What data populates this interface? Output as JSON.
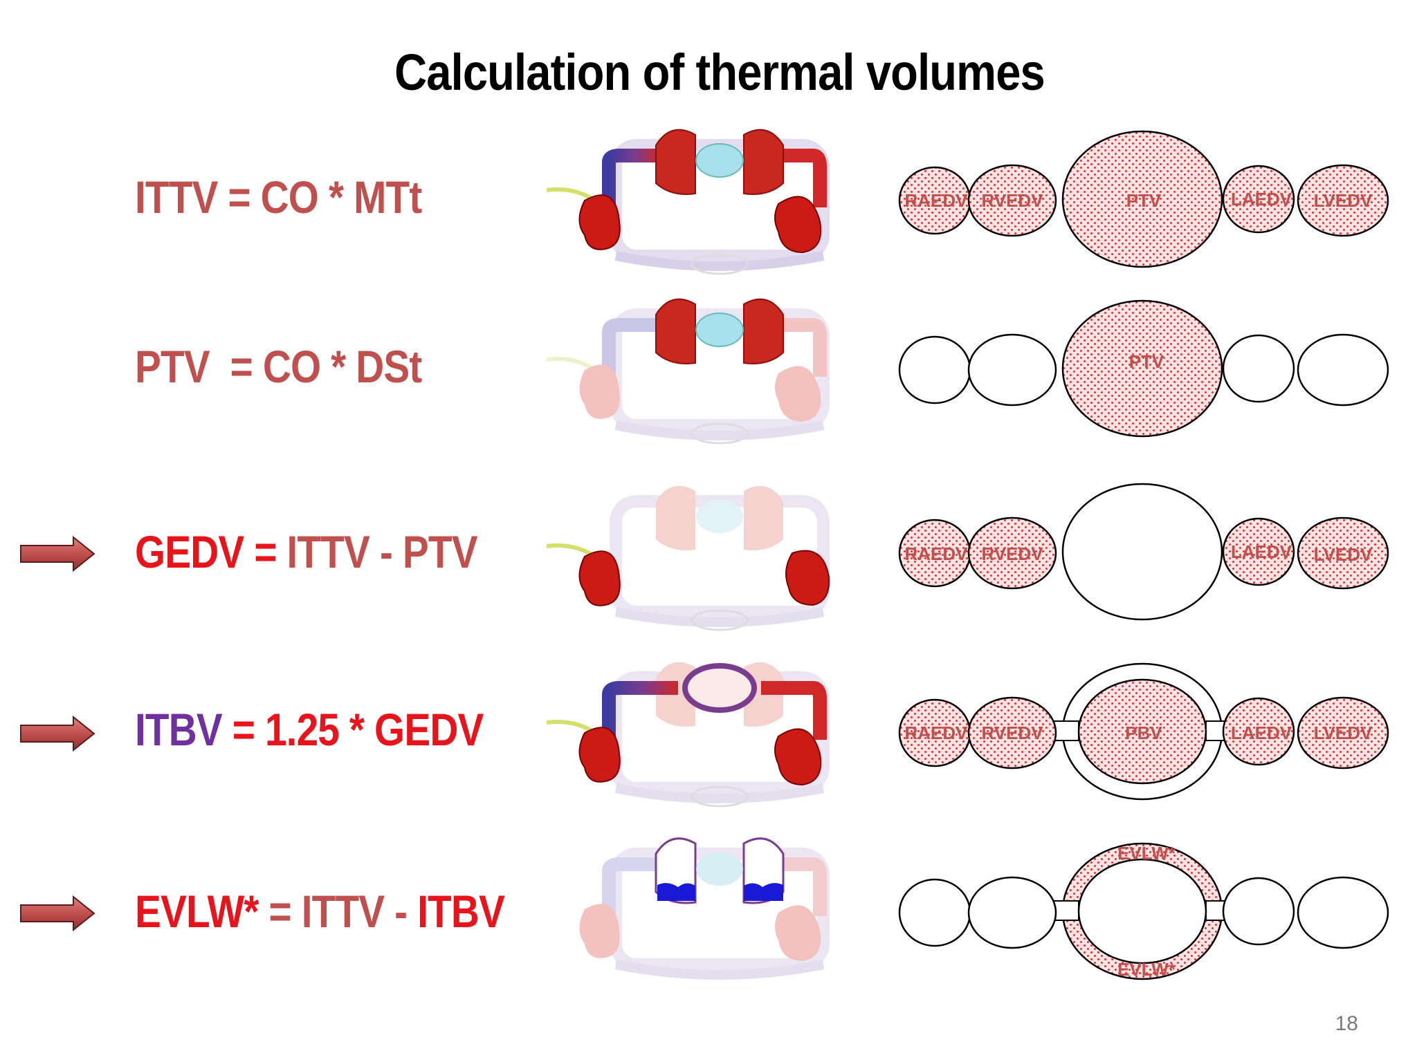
{
  "title": "Calculation of thermal volumes",
  "page_number": "18",
  "rows": [
    {
      "formula": [
        {
          "text": "ITTV = CO * MTt",
          "color": "#c0504d"
        }
      ],
      "arrow": false,
      "chambers": [
        "RAEDV",
        "RVEDV",
        "PTV",
        "LAEDV",
        "LVEDV"
      ]
    },
    {
      "formula": [
        {
          "text": "PTV  = CO * DSt",
          "color": "#c0504d"
        }
      ],
      "arrow": false,
      "chambers": [
        "PTV"
      ]
    },
    {
      "formula": [
        {
          "text": "GEDV = ",
          "color": "#e8141b"
        },
        {
          "text": "ITTV - PTV",
          "color": "#c0504d"
        }
      ],
      "arrow": true,
      "chambers": [
        "RAEDV",
        "RVEDV",
        "LAEDV",
        "LVEDV"
      ]
    },
    {
      "formula": [
        {
          "text": "ITBV",
          "color": "#7030a0"
        },
        {
          "text": " = 1.25 * GEDV",
          "color": "#e8141b"
        }
      ],
      "arrow": true,
      "chambers": [
        "RAEDV",
        "RVEDV",
        "PBV",
        "LAEDV",
        "LVEDV"
      ]
    },
    {
      "formula": [
        {
          "text": "EVLW*",
          "color": "#e8141b"
        },
        {
          "text": " = ITTV - ",
          "color": "#c0504d"
        },
        {
          "text": "ITBV",
          "color": "#e8141b"
        }
      ],
      "arrow": true,
      "chambers": [
        "EVLW*",
        "EVLW*"
      ]
    }
  ],
  "colors": {
    "formula_main": "#c0504d",
    "formula_highlight": "#e8141b",
    "formula_purple": "#7030a0",
    "arrow_fill": "#c0504d",
    "heart_red": "#c8141b",
    "vessel_blue": "#3c3ca0",
    "dot_red": "#e23030"
  }
}
